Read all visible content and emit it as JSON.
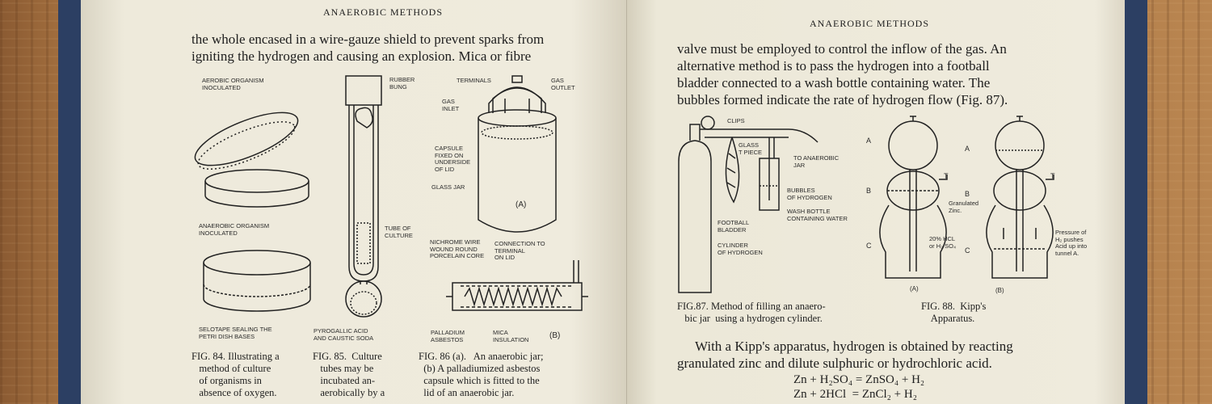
{
  "book": {
    "left_page": {
      "running_head": "ANAEROBIC METHODS",
      "body_lines": [
        "the whole encased in a wire-gauze shield to prevent sparks from",
        "igniting the hydrogen and causing an explosion.  Mica or fibre"
      ],
      "fig84": {
        "labels": [
          "AEROBIC ORGANISM\nINOCULATED",
          "ANAEROBIC ORGANISM\nINOCULATED",
          "SELOTAPE SEALING THE\nPETRI DISH BASES"
        ],
        "caption": "FIG. 84. Illustrating a\n   method of culture\n   of organisms in\n   absence of oxygen."
      },
      "fig85": {
        "labels": [
          "RUBBER\nBUNG",
          "TUBE OF\nCULTURE",
          "PYROGALLIC ACID\nAND CAUSTIC SODA"
        ],
        "caption": "FIG. 85.  Culture\n   tubes may be\n   incubated an-\n   aerobically by a"
      },
      "fig86": {
        "labels": [
          "TERMINALS",
          "GAS\nOUTLET",
          "GAS\nINLET",
          "CAPSULE\nFIXED ON\nUNDERSIDE\nOF LID",
          "GLASS JAR",
          "(a)",
          "NICHROME WIRE\nWOUND ROUND\nPORCELAIN CORE",
          "CONNECTION TO\nTERMINAL\nON LID",
          "PALLADIUM\nASBESTOS",
          "MICA\nINSULATION",
          "(b)"
        ],
        "caption": "FIG. 86 (a).   An anaerobic jar;\n  (b) A palladiumized asbestos\n  capsule which is fitted to the\n  lid of an anaerobic jar."
      }
    },
    "right_page": {
      "running_head": "ANAEROBIC METHODS",
      "body_lines": [
        "valve must be employed to control the inflow of the gas.  An",
        "alternative method is to pass the hydrogen into a football",
        "bladder connected to a wash bottle containing water.  The",
        "bubbles formed indicate the rate of hydrogen flow (Fig. 87)."
      ],
      "fig87": {
        "labels": [
          "CLIPS",
          "GLASS\nT PIECE",
          "TO ANAEROBIC\nJAR",
          "BUBBLES\nOF HYDROGEN",
          "WASH BOTTLE\nCONTAINING WATER",
          "FOOTBALL\nBLADDER",
          "CYLINDER\nOF HYDROGEN"
        ],
        "caption": "FIG.87. Method of filling an anaero-\n   bic jar  using a hydrogen cylinder."
      },
      "fig88": {
        "labels": [
          "A",
          "B",
          "C",
          "T",
          "Granulated\nZinc.",
          "20% HCL\nor H₂ SO₄",
          "(a)",
          "A",
          "B",
          "C",
          "T",
          "Pressure of\nH₂ pushes\nAcid up into\ntunnel A.",
          "(b)"
        ],
        "caption": "FIG. 88.  Kipp's\n    Apparatus."
      },
      "paragraph_lines": [
        "With a Kipp's apparatus, hydrogen is obtained by reacting",
        "granulated zinc and dilute sulphuric or hydrochloric acid."
      ],
      "equations": [
        "Zn + H₂SO₄ = ZnSO₄ + H₂",
        "Zn + 2HCl  = ZnCl₂ + H₂"
      ]
    }
  }
}
